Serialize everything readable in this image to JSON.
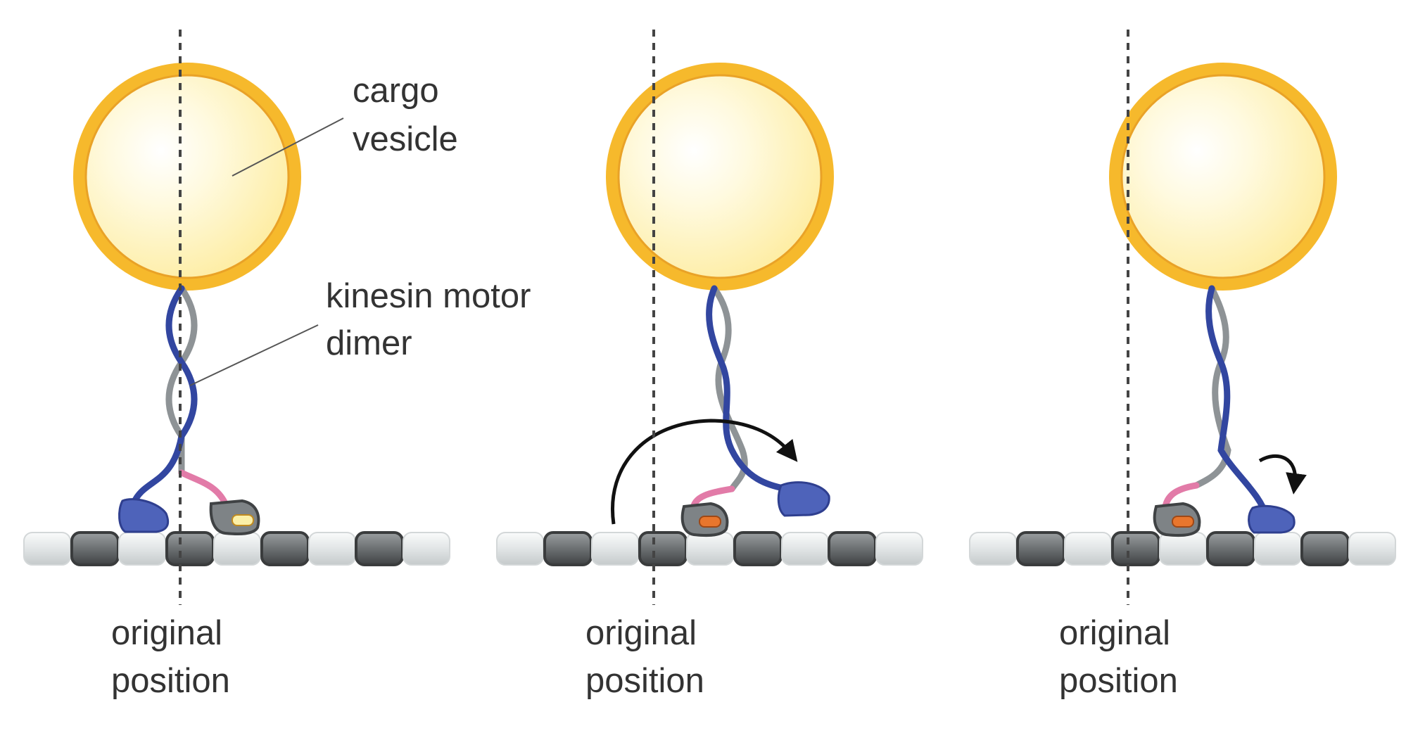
{
  "panels": [
    {
      "caption_line1": "original",
      "caption_line2": "position",
      "step_arrow": "none",
      "front_head_state": "bound, pale nucleotide",
      "rear_head_state": "bound"
    },
    {
      "caption_line1": "original",
      "caption_line2": "position",
      "step_arrow": "large-forward-arc-arrow",
      "front_head_state": "bound, orange nucleotide",
      "rear_head_state": "swinging forward"
    },
    {
      "caption_line1": "original",
      "caption_line2": "position",
      "step_arrow": "small-down-curved-arrow",
      "front_head_state": "landing",
      "rear_head_state": "bound, orange nucleotide"
    }
  ],
  "annotations": {
    "cargo_line1": "cargo",
    "cargo_line2": "vesicle",
    "motor_line1": "kinesin motor",
    "motor_line2": "dimer"
  },
  "colors": {
    "vesicle_rim": "#F6B92C",
    "vesicle_fill": "#FFF6C9",
    "chain_blue": "#3246A0",
    "chain_gray": "#8E9396",
    "neck_pink": "#E27BA8",
    "head_blue": "#4E63BA",
    "head_gray": "#7E8386",
    "atp_pale": "#FBF0A8",
    "adp_orange": "#E8762D",
    "tubulin_dark": "#5B5E60",
    "tubulin_light": "#E3E7E8",
    "dashed_line": "#444444",
    "arrow": "#111111"
  }
}
